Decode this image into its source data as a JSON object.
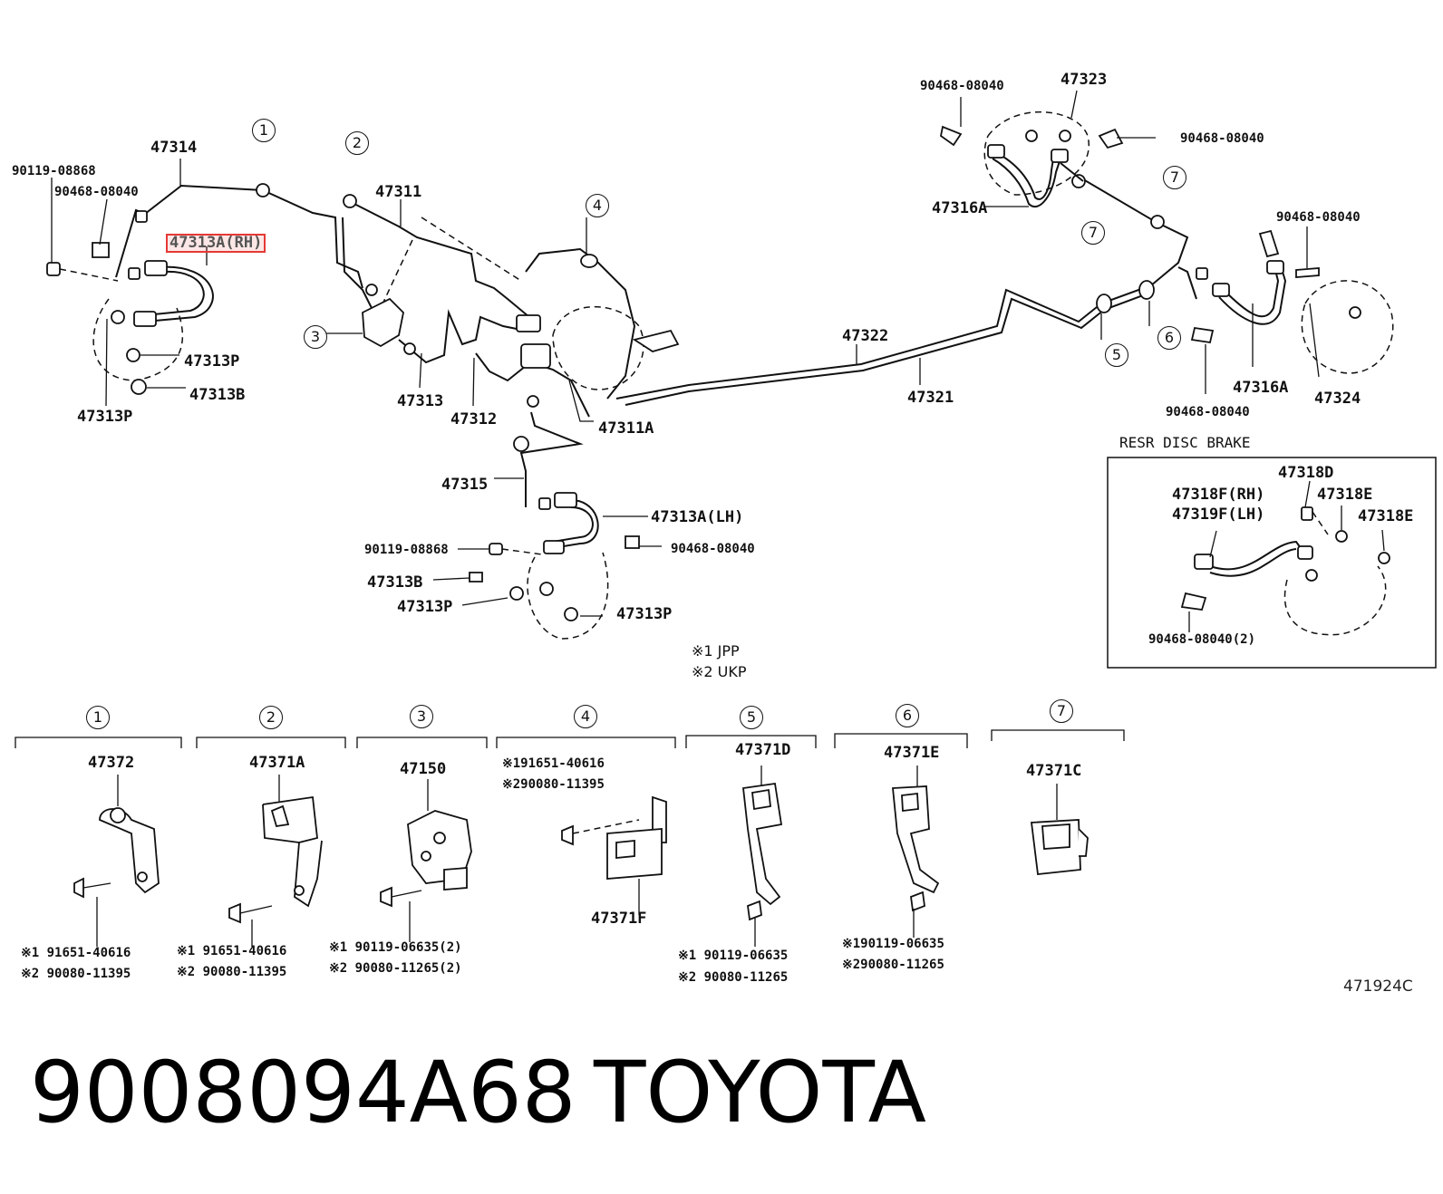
{
  "title": {
    "part_number": "9008094A68",
    "brand": "TOYOTA"
  },
  "figure_ref": "471924C",
  "notes": {
    "note1": "※1  JPP",
    "note2": "※2  UKP"
  },
  "inset": {
    "title": "RESR DISC BRAKE"
  },
  "highlight_label": "47313A(RH)",
  "labels": {
    "l47314": "47314",
    "l90119_top": "90119-08868",
    "l90468_top_left": "90468-08040",
    "l47313P_a": "47313P",
    "l47313B_a": "47313B",
    "l47313P_b": "47313P",
    "l47311": "47311",
    "l47313": "47313",
    "l47312": "47312",
    "l47311A": "47311A",
    "l47315": "47315",
    "l47313A_LH": "47313A(LH)",
    "l90119_mid": "90119-08868",
    "l90468_mid": "90468-08040",
    "l47313B_mid": "47313B",
    "l47313P_mid_a": "47313P",
    "l47313P_mid_b": "47313P",
    "l47322": "47322",
    "l47321": "47321",
    "l90468_top1": "90468-08040",
    "l47323": "47323",
    "l90468_top2": "90468-08040",
    "l47316A_top": "47316A",
    "l90468_right": "90468-08040",
    "l47316A_right": "47316A",
    "l47324": "47324",
    "l90468_right_low": "90468-08040",
    "l47318D": "47318D",
    "l47318F": "47318F(RH)",
    "l47319F": "47319F(LH)",
    "l47318E_a": "47318E",
    "l47318E_b": "47318E",
    "l90468_inset": "90468-08040(2)"
  },
  "callouts": {
    "c1": "1",
    "c2": "2",
    "c3": "3",
    "c4": "4",
    "c5": "5",
    "c6": "6",
    "c7a": "7",
    "c7b": "7",
    "b1": "1",
    "b2": "2",
    "b3": "3",
    "b4": "4",
    "b5": "5",
    "b6": "6",
    "b7": "7"
  },
  "sections": [
    {
      "part": "47372",
      "n1": "※1 91651-40616",
      "n2": "※2 90080-11395"
    },
    {
      "part": "47371A",
      "n1": "※1 91651-40616",
      "n2": "※2 90080-11395"
    },
    {
      "part": "47150",
      "n1": "※1 90119-06635(2)",
      "n2": "※2 90080-11265(2)"
    },
    {
      "part": "47371F",
      "n1": "※191651-40616",
      "n2": "※290080-11395"
    },
    {
      "part": "47371D",
      "n1": "※1 90119-06635",
      "n2": "※2 90080-11265"
    },
    {
      "part": "47371E",
      "n1": "※190119-06635",
      "n2": "※290080-11265"
    },
    {
      "part": "47371C"
    }
  ]
}
